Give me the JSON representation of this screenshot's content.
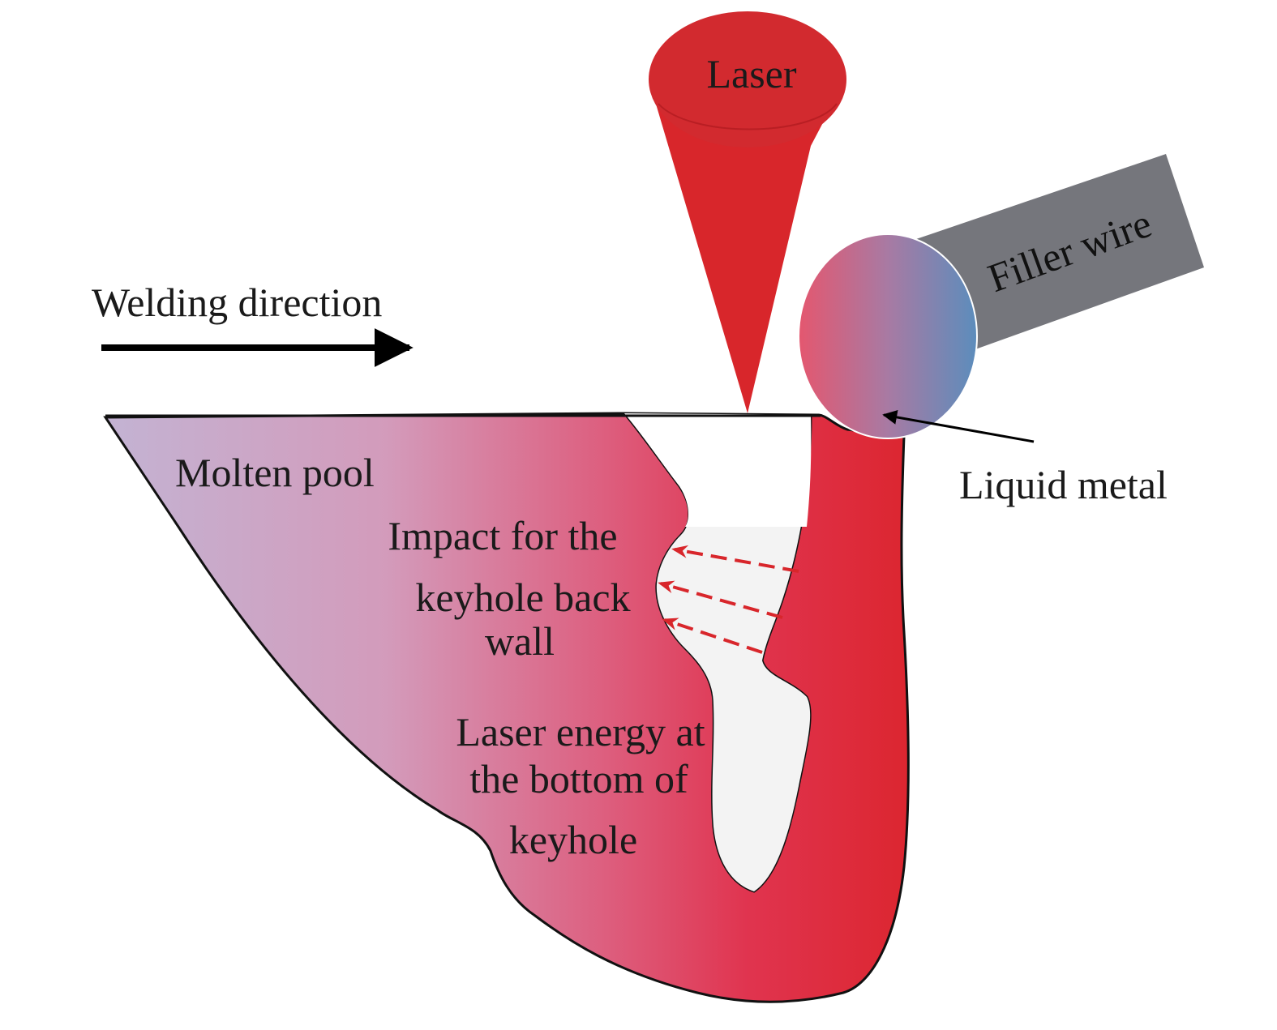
{
  "labels": {
    "laser": "Laser",
    "filler_wire": "Filler wire",
    "welding_direction": "Welding direction",
    "liquid_metal": "Liquid metal",
    "molten_pool": "Molten pool",
    "impact_line1": "Impact for the",
    "impact_line2": "keyhole back",
    "impact_line3": "wall",
    "energy_line1": "Laser energy at",
    "energy_line2": "the bottom of",
    "energy_line3": "keyhole"
  },
  "colors": {
    "laser_red": "#d8262b",
    "laser_cap": "#d22a2f",
    "wire_gray": "#75767c",
    "pool_cool": "#c3b3d3",
    "pool_mid": "#d8819d",
    "pool_hot": "#e03a58",
    "pool_front": "#dc2630",
    "droplet_left": "#e4576f",
    "droplet_mid": "#a87aa3",
    "droplet_right": "#5c8dbc",
    "keyhole_fill": "#f3f3f3",
    "arrow_black": "#000000",
    "dash_red": "#d8262b",
    "outline": "#111111"
  }
}
